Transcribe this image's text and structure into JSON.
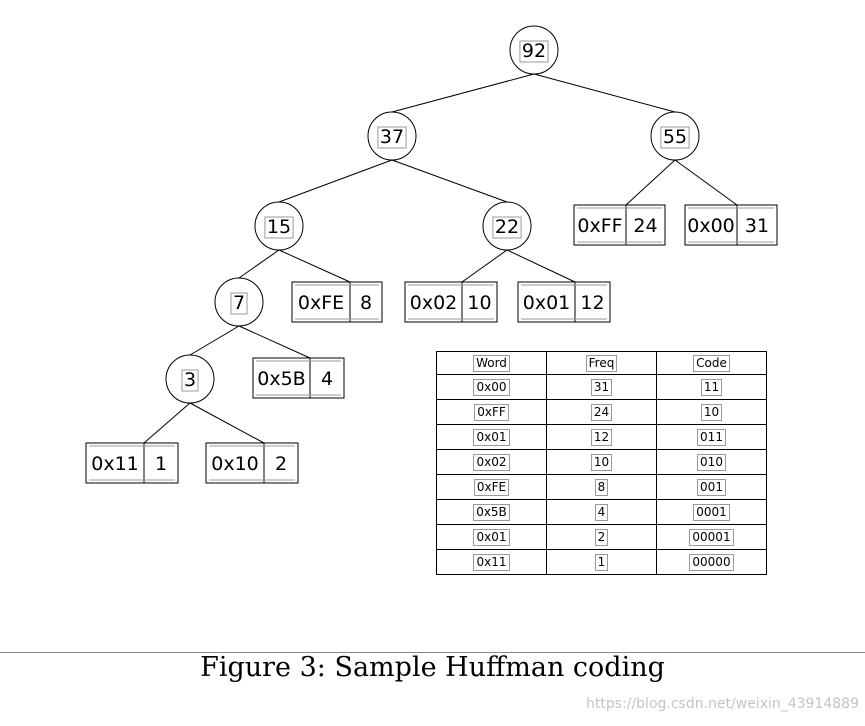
{
  "tree": {
    "internal_nodes": [
      {
        "id": "n92",
        "value": "92"
      },
      {
        "id": "n37",
        "value": "37"
      },
      {
        "id": "n55",
        "value": "55"
      },
      {
        "id": "n15",
        "value": "15"
      },
      {
        "id": "n22",
        "value": "22"
      },
      {
        "id": "n7",
        "value": "7"
      },
      {
        "id": "n3",
        "value": "3"
      }
    ],
    "leaves": [
      {
        "id": "lFF",
        "word": "0xFF",
        "freq": "24"
      },
      {
        "id": "l00",
        "word": "0x00",
        "freq": "31"
      },
      {
        "id": "lFE",
        "word": "0xFE",
        "freq": "8"
      },
      {
        "id": "l02",
        "word": "0x02",
        "freq": "10"
      },
      {
        "id": "l01",
        "word": "0x01",
        "freq": "12"
      },
      {
        "id": "l5B",
        "word": "0x5B",
        "freq": "4"
      },
      {
        "id": "l11",
        "word": "0x11",
        "freq": "1"
      },
      {
        "id": "l10",
        "word": "0x10",
        "freq": "2"
      }
    ]
  },
  "table": {
    "headers": [
      "Word",
      "Freq",
      "Code"
    ],
    "rows": [
      [
        "0x00",
        "31",
        "11"
      ],
      [
        "0xFF",
        "24",
        "10"
      ],
      [
        "0x01",
        "12",
        "011"
      ],
      [
        "0x02",
        "10",
        "010"
      ],
      [
        "0xFE",
        "8",
        "001"
      ],
      [
        "0x5B",
        "4",
        "0001"
      ],
      [
        "0x01",
        "2",
        "00001"
      ],
      [
        "0x11",
        "1",
        "00000"
      ]
    ]
  },
  "caption": "Figure 3: Sample Huffman coding",
  "watermark": "https://blog.csdn.net/weixin_43914889"
}
